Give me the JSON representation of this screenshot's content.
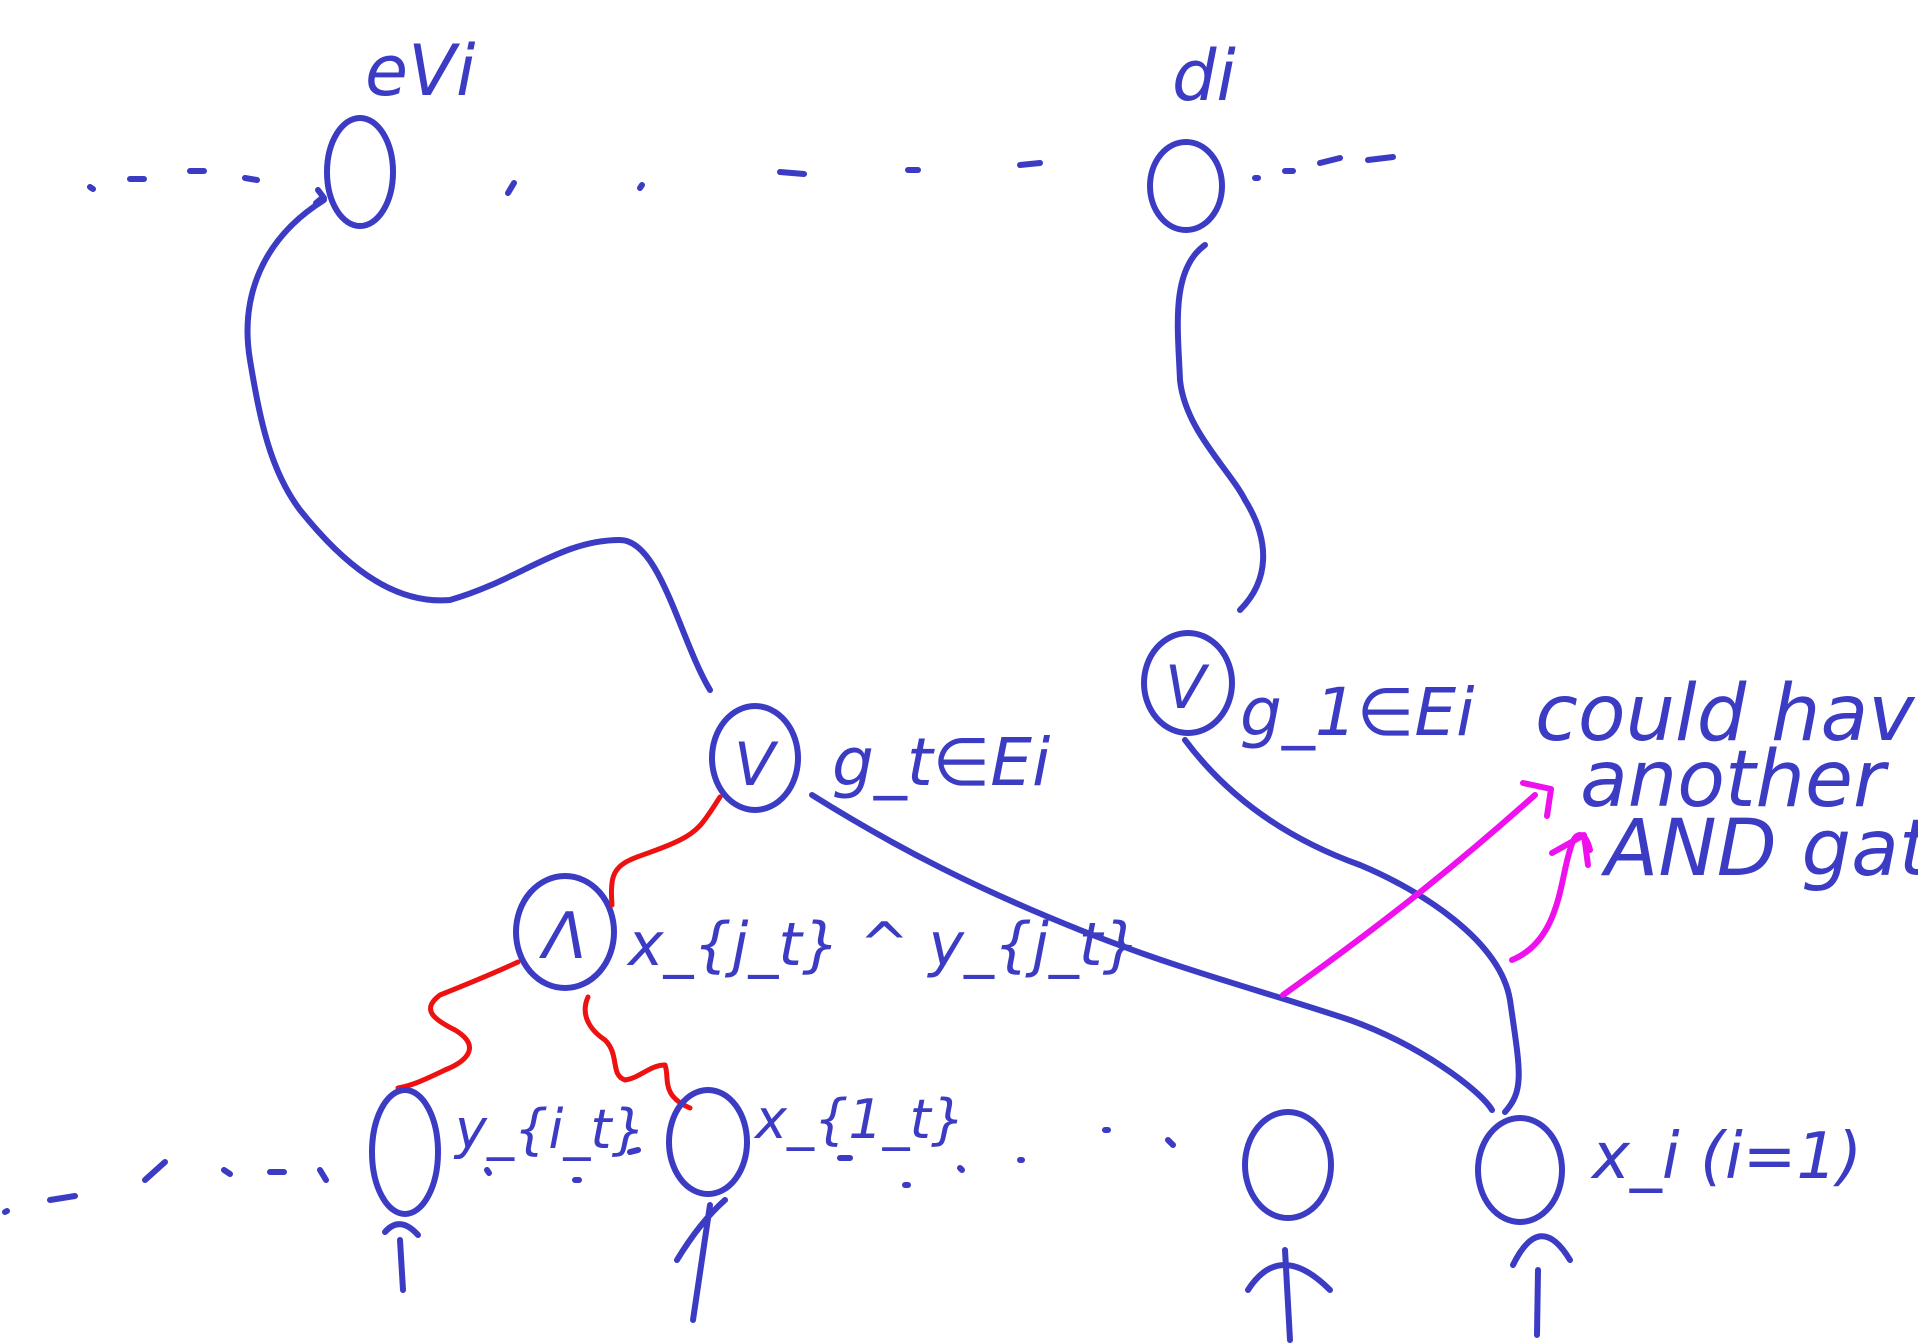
{
  "colors": {
    "ink": "#3b3bc4",
    "highlight": "#ee1111",
    "annotation": "#ee11ee"
  },
  "labels": {
    "top_left": "eVi",
    "top_right": "di",
    "gate_or_left_symbol": "V",
    "gate_or_left_label": "g_t∈Ei",
    "gate_or_right_symbol": "V",
    "gate_or_right_label": "g_1∈Ei",
    "gate_and_symbol": "Λ",
    "gate_and_label": "x_{j_t} ^ y_{j_t}",
    "input_y": "y_{i_t}",
    "input_x": "x_{1_t}",
    "input_xi": "x_i (i=1)"
  },
  "note": [
    "could have",
    "another",
    "AND gate"
  ]
}
